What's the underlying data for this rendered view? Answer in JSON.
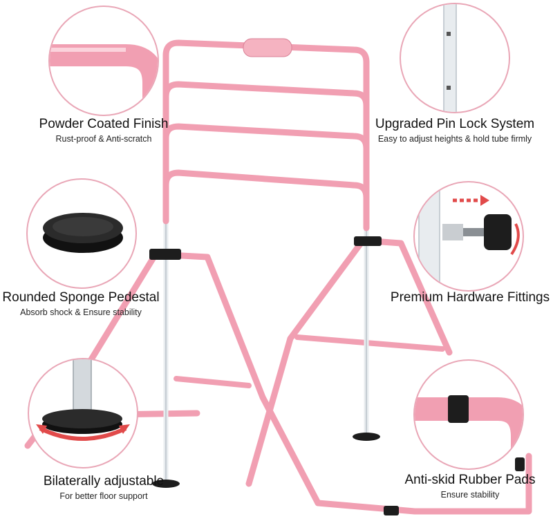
{
  "colors": {
    "frame_pink": "#f19fb2",
    "frame_pink_dark": "#d97f95",
    "ring_pink": "#e9a6b6",
    "pole_silver": "#e8ecef",
    "pad_black": "#1d1d1d"
  },
  "features": [
    {
      "title": "Powder Coated Finish",
      "subtitle": "Rust-proof & Anti-scratch",
      "icon": "tube-corner-icon"
    },
    {
      "title": "Upgraded Pin Lock System",
      "subtitle": "Easy to adjust heights & hold tube firmly",
      "icon": "pin-lock-icon"
    },
    {
      "title": "Rounded Sponge Pedestal",
      "subtitle": "Absorb shock & Ensure stability",
      "icon": "sponge-pedestal-icon"
    },
    {
      "title": "Premium Hardware Fittings",
      "subtitle": "",
      "icon": "hardware-knob-icon"
    },
    {
      "title": "Bilaterally adjustable",
      "subtitle": "For better floor support",
      "icon": "rotating-base-icon"
    },
    {
      "title": "Anti-skid Rubber Pads",
      "subtitle": "Ensure stability",
      "icon": "rubber-pad-icon"
    }
  ]
}
